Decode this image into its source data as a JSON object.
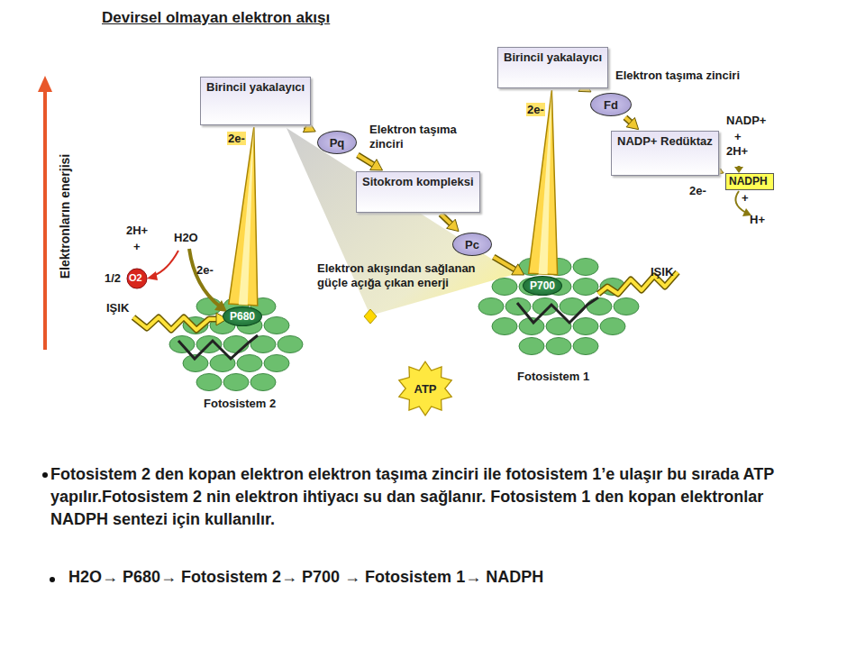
{
  "diagram": {
    "title": "Devirsel olmayan elektron akışı",
    "nodes": [
      {
        "text": [
          "Birincil yakalayıcı"
        ]
      },
      {
        "text": [
          "Pq"
        ]
      },
      {
        "text": [
          "Sitokrom kompleksi"
        ]
      },
      {
        "text": [
          "Pc"
        ]
      },
      {
        "text": [
          "Birincil yakalayıcı"
        ]
      },
      {
        "text": [
          "Fd"
        ]
      },
      {
        "text": [
          "NADP+ Redüktaz"
        ]
      },
      {
        "text": [
          "NADPH"
        ]
      },
      {
        "text": [
          "P680"
        ]
      },
      {
        "text": [
          "P700"
        ]
      },
      {
        "text": [
          "ATP"
        ]
      }
    ],
    "edges": [
      {
        "from": 8,
        "to": 0,
        "arrow": "to",
        "label": "2e-"
      },
      {
        "from": 0,
        "to": 1,
        "arrow": "to"
      },
      {
        "from": 1,
        "to": 2,
        "arrow": "to"
      },
      {
        "from": 2,
        "to": 3,
        "arrow": "to"
      },
      {
        "from": 3,
        "to": 9,
        "arrow": "to"
      },
      {
        "from": 9,
        "to": 4,
        "arrow": "to",
        "label": "2e-"
      },
      {
        "from": 4,
        "to": 5,
        "arrow": "to"
      },
      {
        "from": 5,
        "to": 6,
        "arrow": "to"
      },
      {
        "from": 6,
        "to": 7,
        "arrow": "to",
        "label": "2e-"
      }
    ],
    "labels": [
      "Elektronların enerjisi",
      "2H+",
      "+",
      "1/2",
      "O2",
      "H2O",
      "2e-",
      "IŞIK",
      "Elektron taşıma zinciri",
      "Elektron taşıma zinciri",
      "NADP+",
      "+",
      "2H+",
      "+",
      "H+",
      "Elektron akışından sağlanan güçle açığa çıkan enerji",
      "IŞIK",
      "Fotosistem 2",
      "Fotosistem 1",
      "Fotosistem 2 den kopan elektron elektron taşıma zinciri ile fotosistem 1’e ulaşır bu sırada ATP yapılır.Fotosistem 2 nin elektron ihtiyacı su dan sağlanır. Fotosistem 1 den kopan elektronlar NADPH sentezi için kullanılır.",
      "H2O→ P680→ Fotosistem 2→ P700 → Fotosistem 1→ NADPH"
    ]
  }
}
